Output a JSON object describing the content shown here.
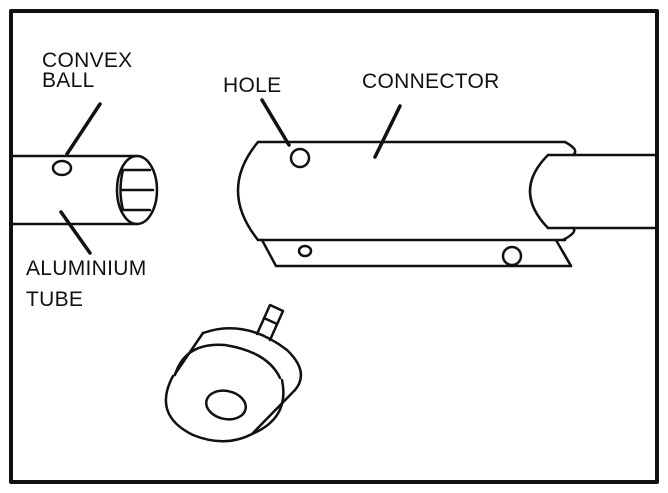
{
  "labels": {
    "convex": "CONVEX",
    "ball": "BALL",
    "hole": "HOLE",
    "connector": "CONNECTOR",
    "aluminium": "ALUMINIUM",
    "tube": "TUBE"
  },
  "colors": {
    "stroke": "#111111",
    "background": "#ffffff"
  }
}
